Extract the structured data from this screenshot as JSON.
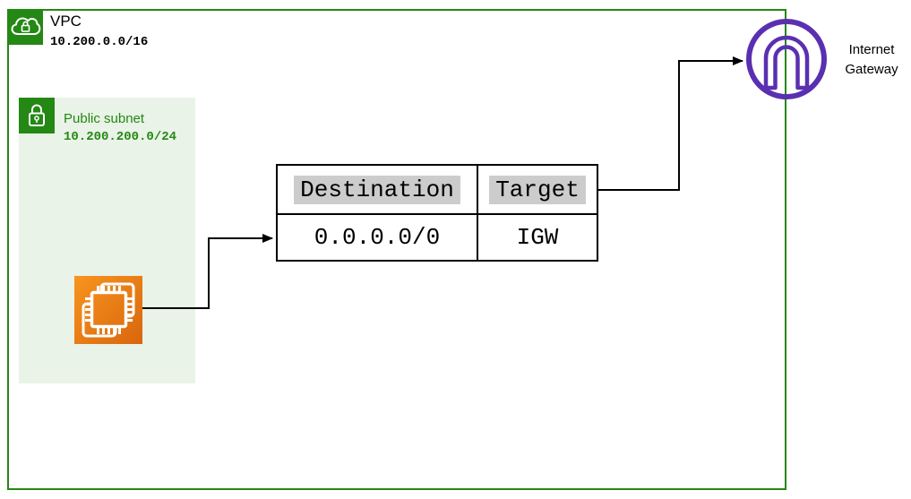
{
  "vpc": {
    "label": "VPC",
    "cidr": "10.200.0.0/16",
    "icon": "cloud-with-lock"
  },
  "subnet": {
    "label": "Public subnet",
    "cidr": "10.200.200.0/24",
    "icon": "open-padlock"
  },
  "ec2": {
    "icon": "ec2-instance-chip"
  },
  "route_table": {
    "headers": [
      "Destination",
      "Target"
    ],
    "rows": [
      [
        "0.0.0.0/0",
        "IGW"
      ]
    ]
  },
  "internet_gateway": {
    "label": "Internet Gateway",
    "icon": "gateway-arch-in-circle"
  },
  "colors": {
    "vpc_green": "#248814",
    "subnet_bg": "#E9F3E7",
    "ec2_orange_start": "#F8941E",
    "ec2_orange_end": "#D9660D",
    "igw_purple": "#5A30B1",
    "header_highlight": "#CCCCCC",
    "arrow_black": "#000000"
  }
}
